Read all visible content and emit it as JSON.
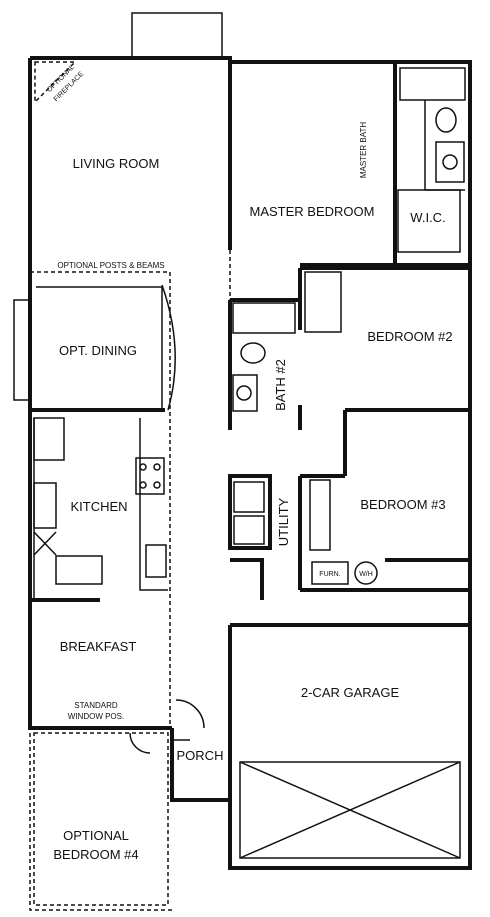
{
  "rooms": {
    "living_room": "LIVING ROOM",
    "master_bedroom": "MASTER BEDROOM",
    "master_bath": "MASTER BATH",
    "wic": "W.I.C.",
    "opt_dining": "OPT. DINING",
    "bedroom2": "BEDROOM #2",
    "bath2": "BATH #2",
    "kitchen": "KITCHEN",
    "utility": "UTILITY",
    "bedroom3": "BEDROOM #3",
    "breakfast": "BREAKFAST",
    "garage": "2-CAR GARAGE",
    "porch": "PORCH",
    "optional_bedroom4_line1": "OPTIONAL",
    "optional_bedroom4_line2": "BEDROOM #4"
  },
  "notes": {
    "optional_fireplace_line1": "OPTIONAL",
    "optional_fireplace_line2": "FIREPLACE",
    "optional_posts_beams": "OPTIONAL POSTS & BEAMS",
    "standard_window_line1": "STANDARD",
    "standard_window_line2": "WINDOW POS.",
    "furn": "FURN.",
    "wh": "W/H"
  }
}
